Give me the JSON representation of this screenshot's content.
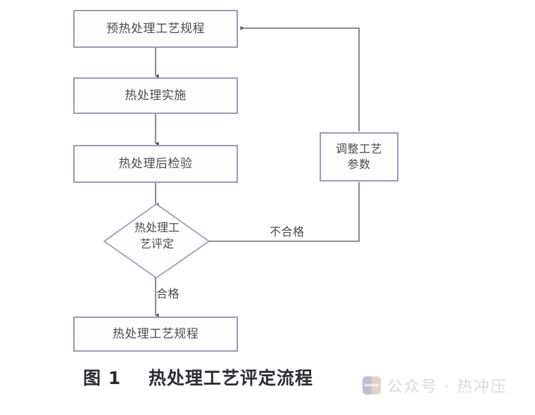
{
  "figure": {
    "caption": "图 1    热处理工艺评定流程",
    "background_color": "#ffffff",
    "node_border_color": "#9b9ab8",
    "connector_color": "#8d8d99",
    "text_color": "#4b4b4b"
  },
  "nodes": {
    "pre_spec": {
      "label": "预热处理工艺规程",
      "shape": "rectangle"
    },
    "implement": {
      "label": "热处理实施",
      "shape": "rectangle"
    },
    "inspect": {
      "label": "热处理后检验",
      "shape": "rectangle"
    },
    "decision": {
      "label": "热处理工\n艺评定",
      "shape": "diamond"
    },
    "adjust": {
      "label": "调整工艺\n参数",
      "shape": "rectangle"
    },
    "final_spec": {
      "label": "热处理工艺规程",
      "shape": "rectangle"
    }
  },
  "edges": {
    "fail_label": "不合格",
    "pass_label": "合格"
  },
  "watermark": {
    "text": "公众号 · 热冲压",
    "logo_icon": "wechat-official-account-logo"
  }
}
